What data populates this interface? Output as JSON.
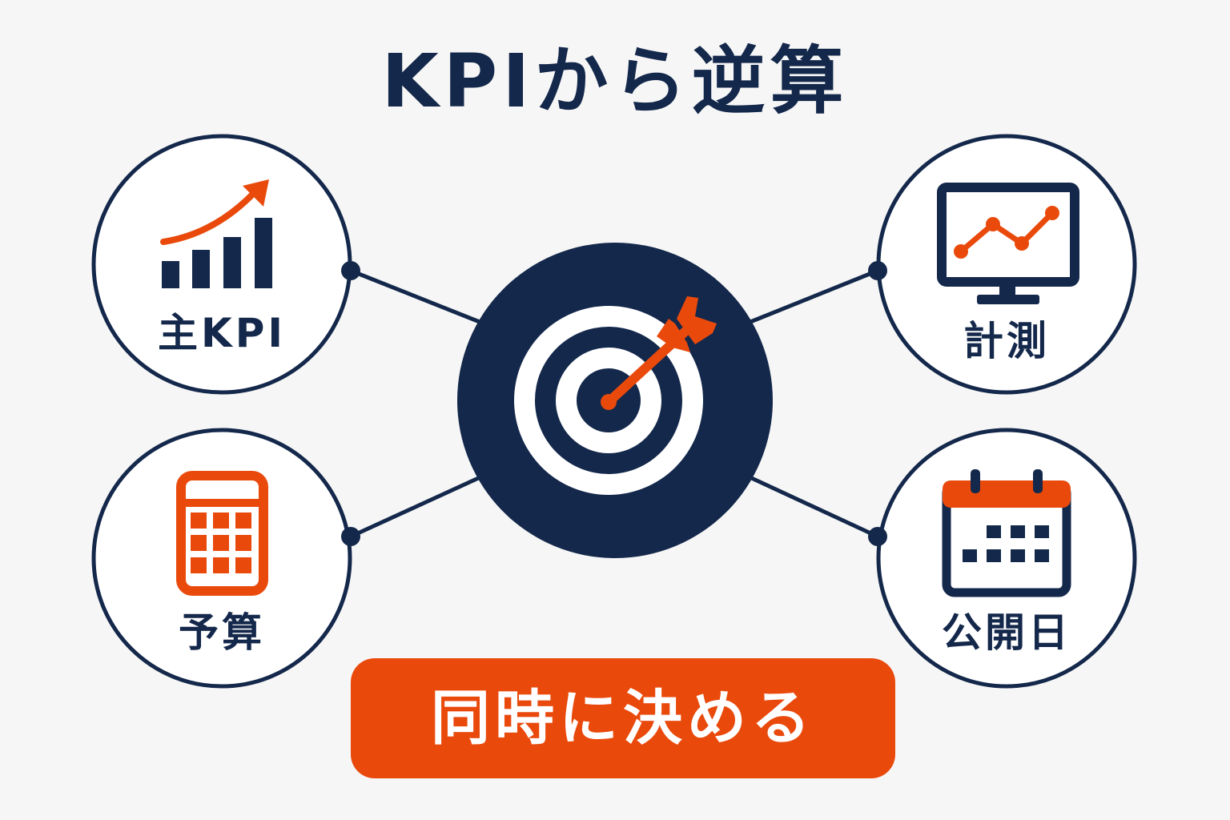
{
  "title": "KPIから逆算",
  "nodes": {
    "main_kpi": {
      "label": "主KPI"
    },
    "budget": {
      "label": "予算"
    },
    "measurement": {
      "label": "計測"
    },
    "publish_date": {
      "label": "公開日"
    }
  },
  "center": {
    "icon": "target-icon"
  },
  "cta": {
    "label": "同時に決める"
  },
  "icons": {
    "main_kpi": "bar-chart-trend-icon",
    "budget": "calculator-icon",
    "measurement": "monitor-line-chart-icon",
    "publish_date": "calendar-icon"
  },
  "colors": {
    "navy": "#14284b",
    "orange": "#e94a0c",
    "background": "#f6f6f6",
    "white": "#ffffff"
  }
}
